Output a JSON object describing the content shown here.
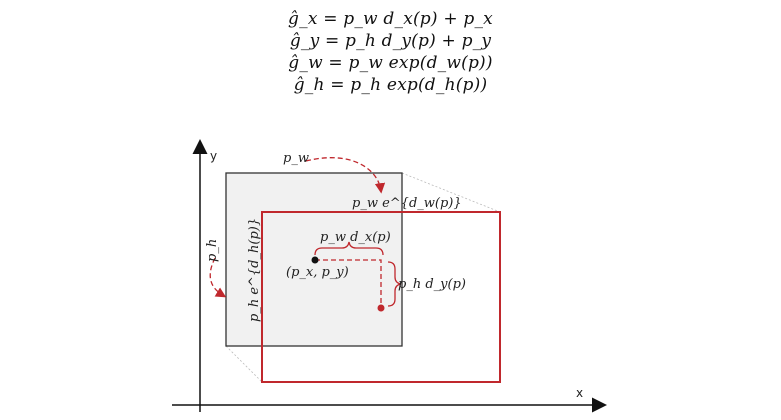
{
  "equations": [
    "ĝ_x = p_w d_x(p) + p_x",
    "ĝ_y = p_h d_y(p) + p_y",
    "ĝ_w = p_w exp(d_w(p))",
    "ĝ_h = p_h exp(d_h(p))"
  ],
  "diagram": {
    "axis_x_label": "x",
    "axis_y_label": "y",
    "label_pw": "p_w",
    "label_ph": "p_h",
    "label_width_pred": "p_w e^{d_w(p)}",
    "label_height_pred": "p_h e^{d_h(p)}",
    "label_dx": "p_w d_x(p)",
    "label_dy": "p_h d_y(p)",
    "label_center": "(p_x, p_y)",
    "colors": {
      "anchor_box_fill": "#f1f1f1",
      "anchor_box_stroke": "#333333",
      "pred_box_stroke": "#c0282d",
      "arrow": "#c0282d"
    }
  }
}
